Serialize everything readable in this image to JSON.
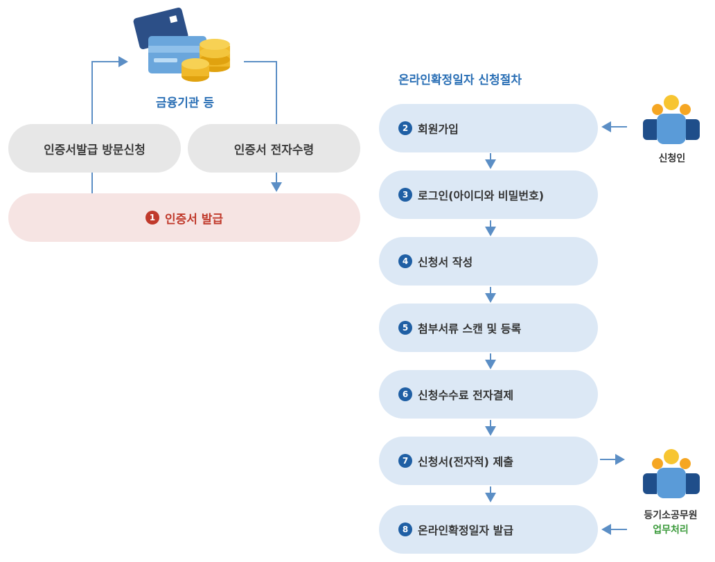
{
  "left": {
    "institution_label": "금융기관 등",
    "visit_request": "인증서발급 방문신청",
    "electronic_receive": "인증서 전자수령",
    "issue": {
      "number": "1",
      "label": "인증서 발급"
    }
  },
  "right": {
    "title": "온라인확정일자 신청절차",
    "steps": [
      {
        "number": "2",
        "label": "회원가입"
      },
      {
        "number": "3",
        "label": "로그인(아이디와 비밀번호)"
      },
      {
        "number": "4",
        "label": "신청서 작성"
      },
      {
        "number": "5",
        "label": "첨부서류 스캔 및 등록"
      },
      {
        "number": "6",
        "label": "신청수수료 전자결제"
      },
      {
        "number": "7",
        "label": "신청서(전자적) 제출"
      },
      {
        "number": "8",
        "label": "온라인확정일자 발급"
      }
    ],
    "applicant_label": "신청인",
    "officer_label": "등기소공무원",
    "officer_sub": "업무처리"
  },
  "colors": {
    "arrow": "#5b8ec5",
    "step_bg": "#dce8f5",
    "badge": "#1f5fa4",
    "issue_bg": "#f6e4e3",
    "issue_text": "#c0392b"
  }
}
